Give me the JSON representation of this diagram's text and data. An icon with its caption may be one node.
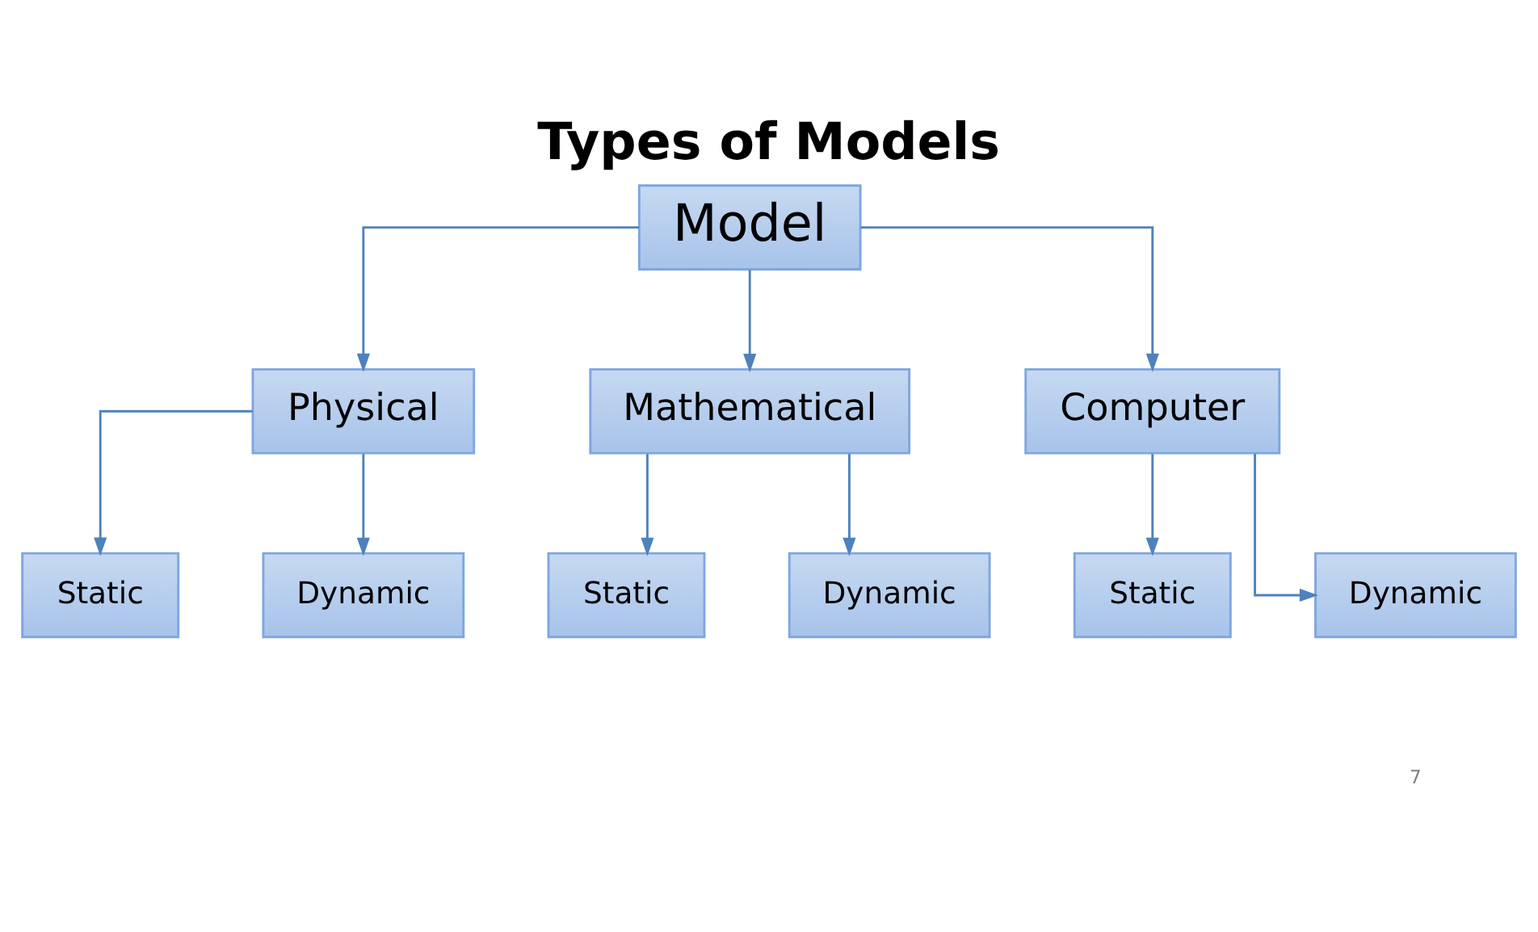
{
  "diagram": {
    "title": "Types of Models",
    "nodes": [
      {
        "text": [
          "Model"
        ]
      },
      {
        "text": [
          "Physical"
        ]
      },
      {
        "text": [
          "Mathematical"
        ]
      },
      {
        "text": [
          "Computer"
        ]
      },
      {
        "text": [
          "Static"
        ]
      },
      {
        "text": [
          "Dynamic"
        ]
      },
      {
        "text": [
          "Static"
        ]
      },
      {
        "text": [
          "Dynamic"
        ]
      },
      {
        "text": [
          "Static"
        ]
      },
      {
        "text": [
          "Dynamic"
        ]
      }
    ],
    "edges": [
      {
        "from": 0,
        "to": 1,
        "arrow": "to"
      },
      {
        "from": 0,
        "to": 2,
        "arrow": "to"
      },
      {
        "from": 0,
        "to": 3,
        "arrow": "to"
      },
      {
        "from": 1,
        "to": 4,
        "arrow": "to"
      },
      {
        "from": 1,
        "to": 5,
        "arrow": "to"
      },
      {
        "from": 2,
        "to": 6,
        "arrow": "to"
      },
      {
        "from": 2,
        "to": 7,
        "arrow": "to"
      },
      {
        "from": 3,
        "to": 8,
        "arrow": "to"
      },
      {
        "from": 3,
        "to": 9,
        "arrow": "to"
      }
    ],
    "labels": [
      "7"
    ]
  }
}
